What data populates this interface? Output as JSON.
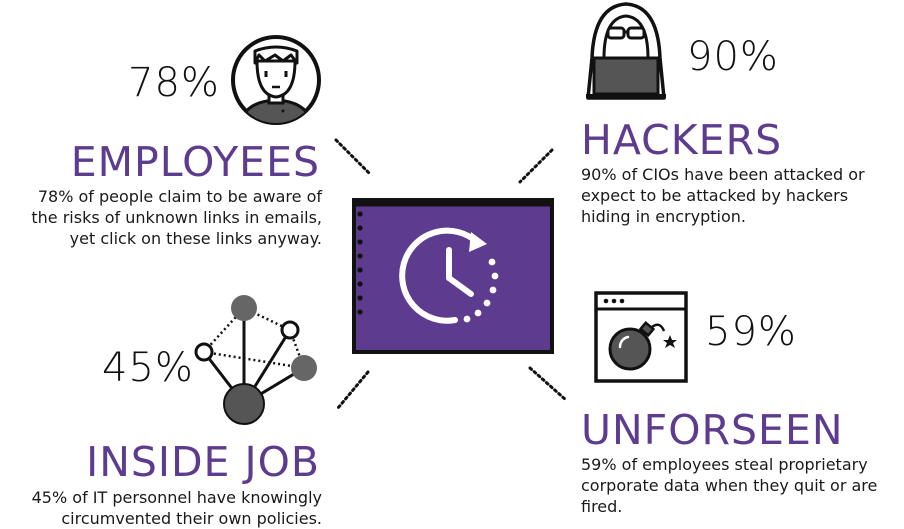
{
  "employees": {
    "percent": "78%",
    "title": "EMPLOYEES",
    "description": "78% of people claim to be aware of the risks of unknown links in emails, yet click on these links anyway."
  },
  "hackers": {
    "percent": "90%",
    "title": "HACKERS",
    "description": "90% of CIOs have been attacked or expect to be attacked by hackers hiding in encryption."
  },
  "inside_job": {
    "percent": "45%",
    "title": "INSIDE JOB",
    "description": "45% of IT personnel have knowingly circumvented their own policies."
  },
  "unforseen": {
    "percent": "59%",
    "title": "UNFORSEEN",
    "description": "59% of employees steal proprietary corporate data when they quit or are fired."
  },
  "icons": {
    "employee": "person-face-icon",
    "hacker": "hooded-hacker-icon",
    "network": "network-nodes-icon",
    "bomb": "bomb-window-icon",
    "clock": "clock-refresh-icon"
  },
  "colors": {
    "accent": "#5d3b8e",
    "center_panel": "#5d3b8e",
    "dark_gray": "#555555"
  }
}
